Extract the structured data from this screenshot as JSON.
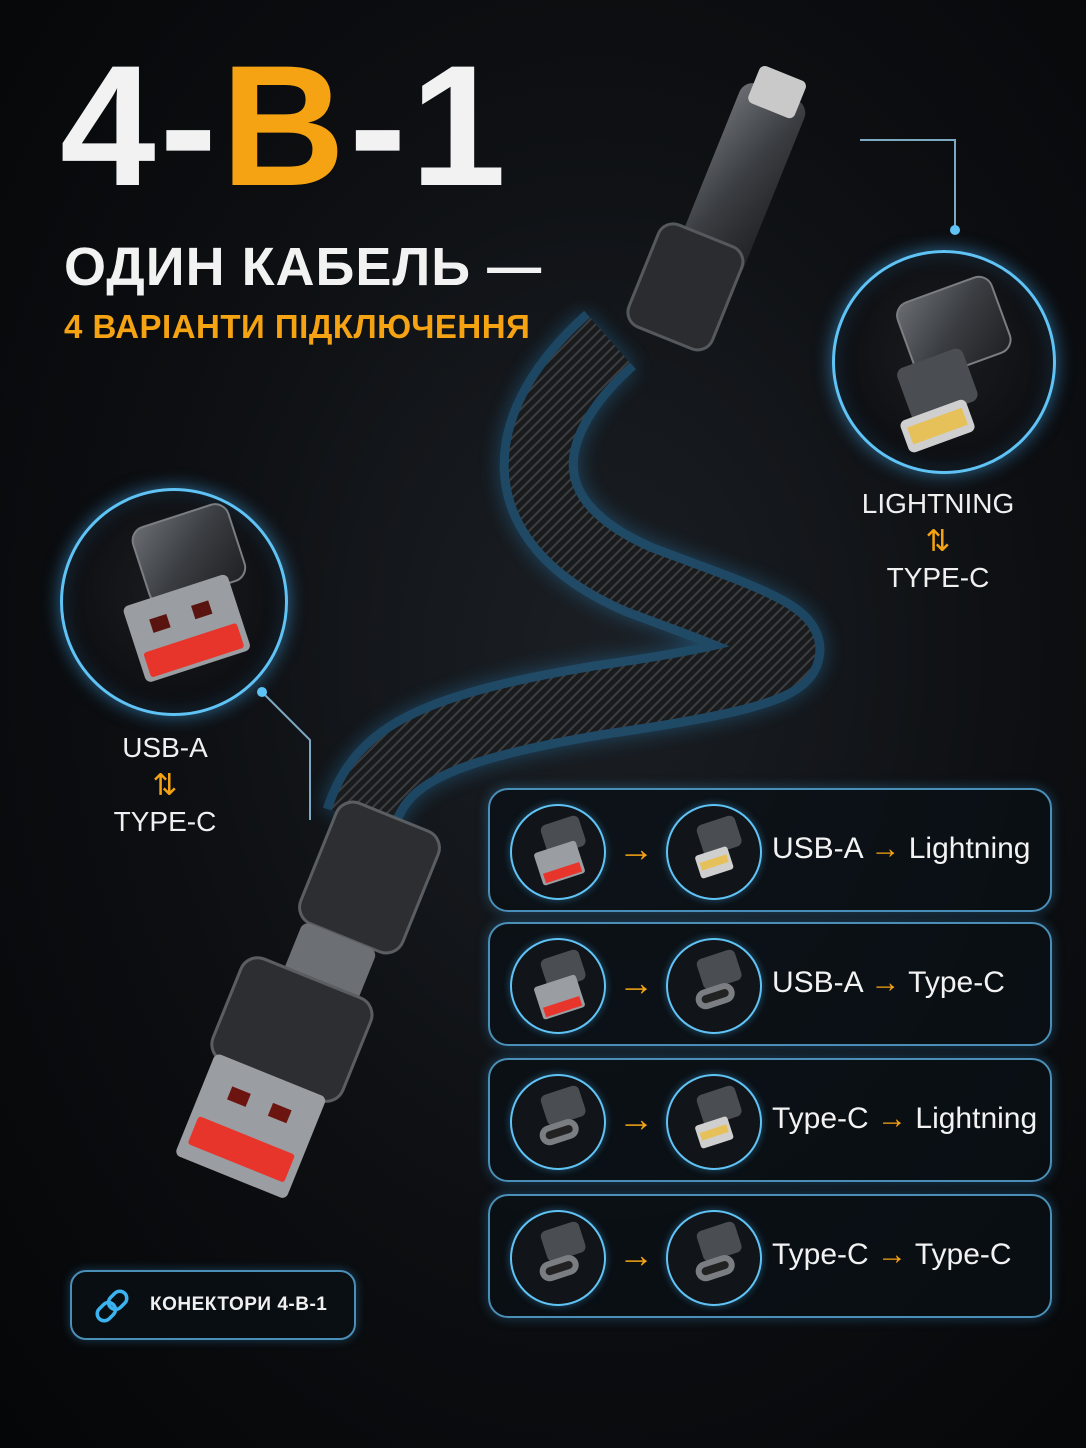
{
  "headline": {
    "part1": "4-",
    "accent": "В",
    "part2": "-1"
  },
  "subtitle": "ОДИН КАБЕЛЬ —",
  "subtitle_accent": "4 ВАРІАНТИ ПІДКЛЮЧЕННЯ",
  "right_caption": {
    "top": "LIGHTNING",
    "arrows": "⇅",
    "bottom": "TYPE-C"
  },
  "left_caption": {
    "top": "USB-A",
    "arrows": "⇅",
    "bottom": "TYPE-C"
  },
  "rows": [
    {
      "from": "USB-A",
      "to": "Lightning",
      "arrow": "→",
      "separator": "→",
      "icons": [
        "usb-a-icon",
        "lightning-icon"
      ]
    },
    {
      "from": "USB-A",
      "to": "Type-C",
      "arrow": "→",
      "separator": "→",
      "icons": [
        "usb-a-icon",
        "type-c-icon"
      ]
    },
    {
      "from": "Type-C",
      "to": "Lightning",
      "arrow": "→",
      "separator": "→",
      "icons": [
        "type-c-icon",
        "lightning-icon"
      ]
    },
    {
      "from": "Type-C",
      "to": "Type-C",
      "arrow": "→",
      "separator": "→",
      "icons": [
        "type-c-icon",
        "type-c-icon"
      ]
    }
  ],
  "badge": {
    "label": "КОНЕКТОРИ 4-В-1",
    "icon": "link-icon"
  },
  "colors": {
    "accent": "#f5a312",
    "glow": "#5fc4f5",
    "background": "#0c0e11",
    "usb_red": "#e8352c"
  }
}
